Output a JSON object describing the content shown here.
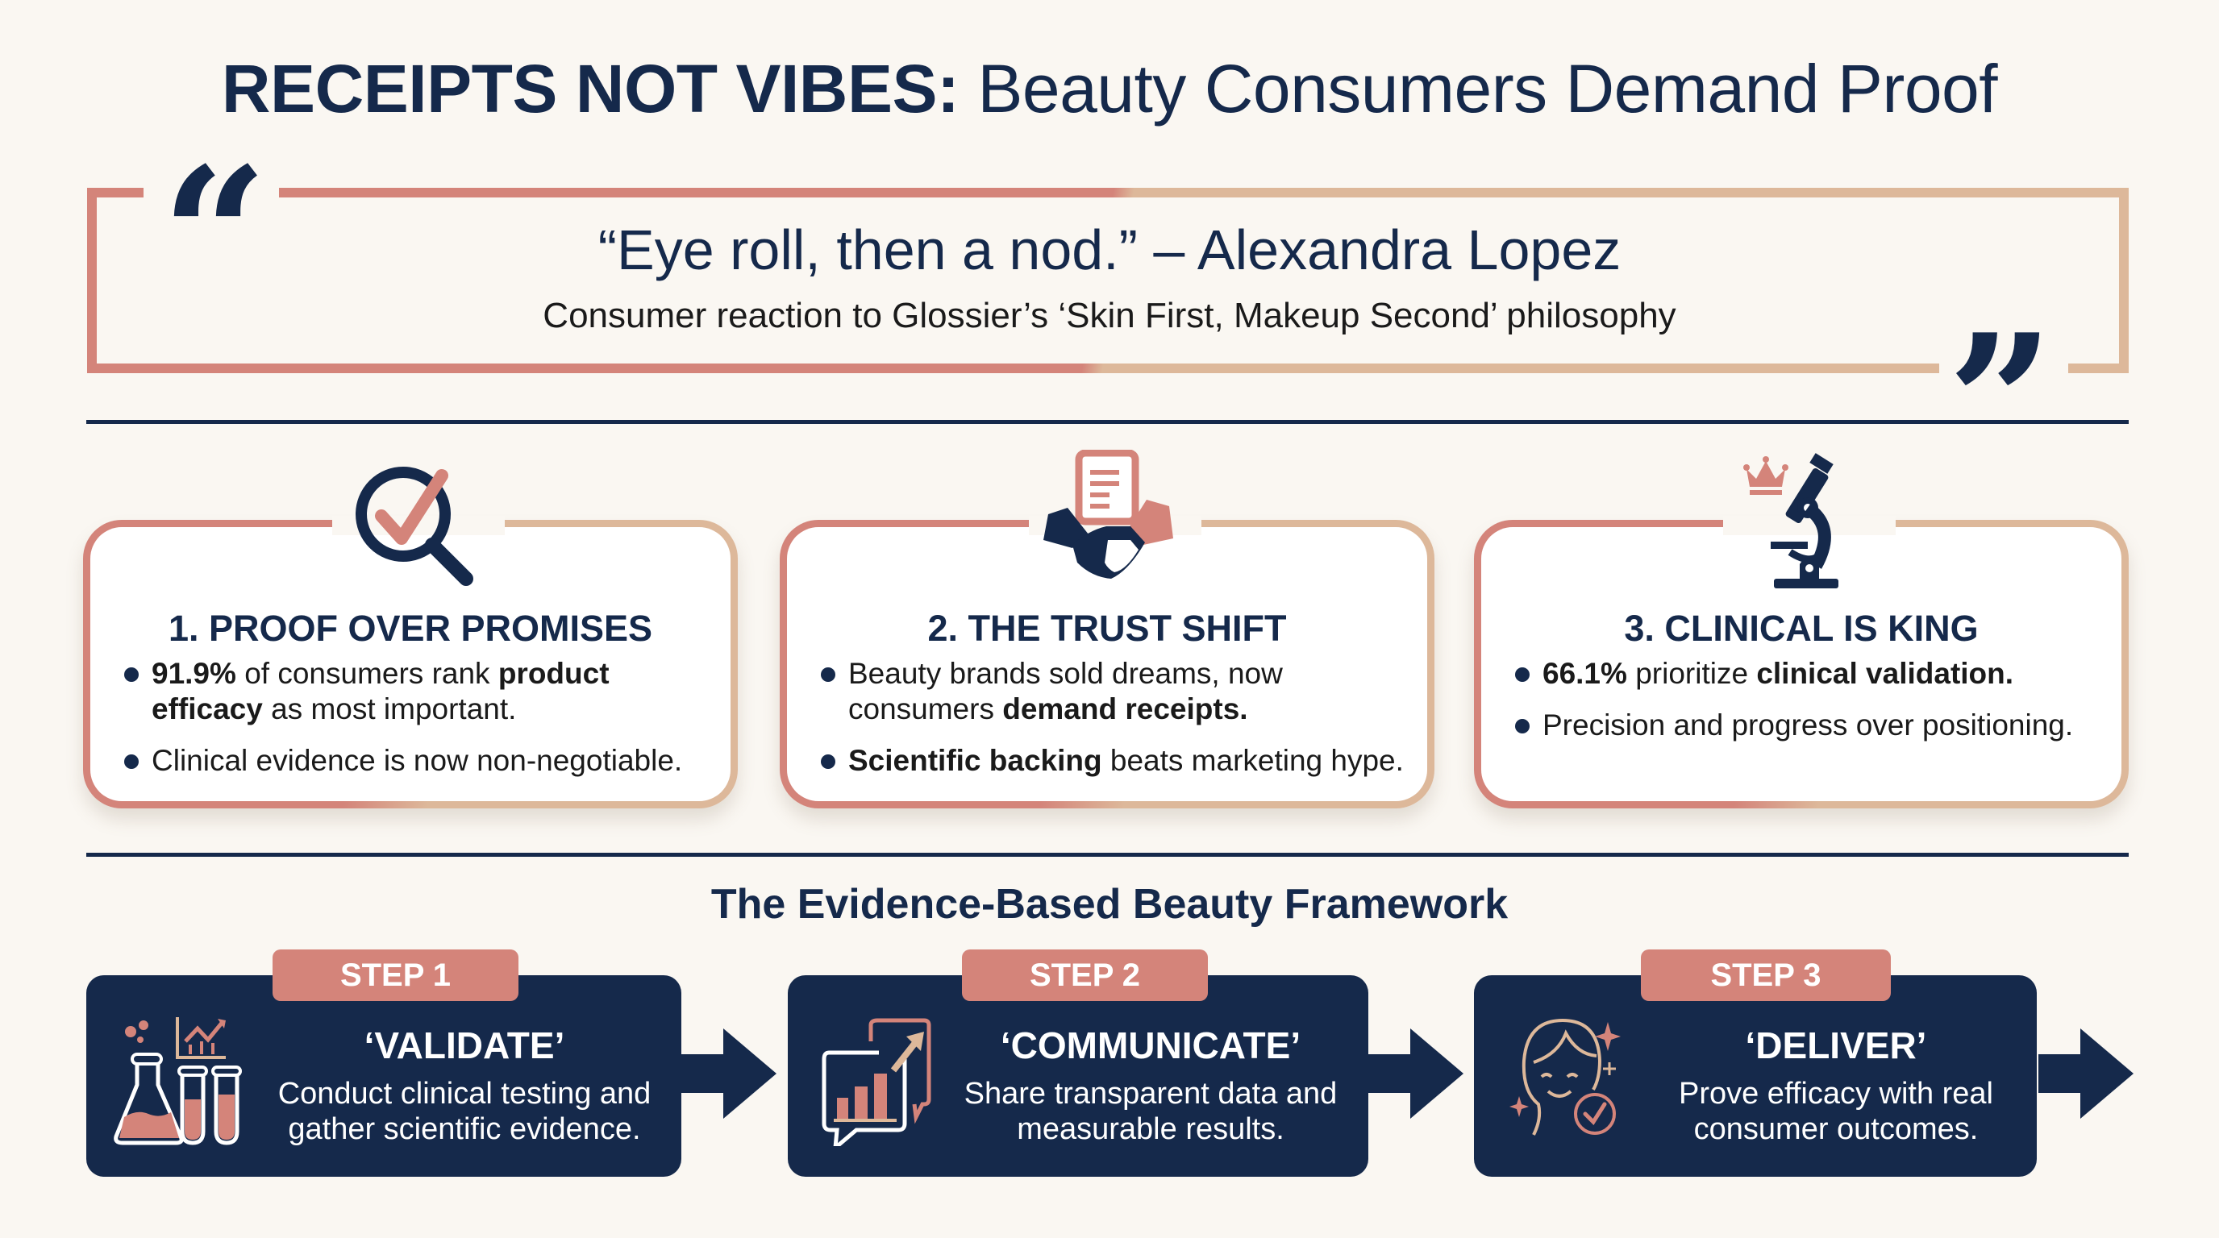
{
  "header": {
    "title_bold": "RECEIPTS NOT VIBES:",
    "title_rest": " Beauty Consumers Demand Proof"
  },
  "quote": {
    "open_mark": "“",
    "close_mark": "”",
    "text": "“Eye roll, then a nod.” – Alexandra Lopez",
    "subtext": "Consumer reaction to Glossier’s ‘Skin First, Makeup Second’ philosophy"
  },
  "cards": [
    {
      "icon": "magnifier-check-icon",
      "title": "1. PROOF OVER PROMISES",
      "bullets": [
        {
          "parts": [
            {
              "b": "91.9%"
            },
            {
              "t": " of consumers rank "
            },
            {
              "b": "product efficacy"
            },
            {
              "t": " as most important."
            }
          ]
        },
        {
          "parts": [
            {
              "t": "Clinical evidence is now non-negotiable."
            }
          ]
        }
      ]
    },
    {
      "icon": "handshake-receipt-icon",
      "title": "2. THE TRUST SHIFT",
      "bullets": [
        {
          "parts": [
            {
              "t": "Beauty brands sold dreams, now consumers "
            },
            {
              "b": "demand receipts."
            }
          ]
        },
        {
          "parts": [
            {
              "b": "Scientific backing"
            },
            {
              "t": " beats marketing hype."
            }
          ]
        }
      ]
    },
    {
      "icon": "microscope-crown-icon",
      "title": "3. CLINICAL IS KING",
      "bullets": [
        {
          "parts": [
            {
              "b": "66.1%"
            },
            {
              "t": " prioritize "
            },
            {
              "b": "clinical validation."
            }
          ]
        },
        {
          "parts": [
            {
              "t": "Precision and progress over positioning."
            }
          ]
        }
      ]
    }
  ],
  "framework": {
    "title": "The Evidence-Based Beauty Framework",
    "steps": [
      {
        "badge": "STEP 1",
        "name": "‘VALIDATE’",
        "desc": "Conduct clinical testing and gather scientific evidence.",
        "icon": "lab-flask-chart-icon"
      },
      {
        "badge": "STEP 2",
        "name": "‘COMMUNICATE’",
        "desc": "Share transparent data and measurable results.",
        "icon": "chat-bar-chart-icon"
      },
      {
        "badge": "STEP 3",
        "name": "‘DELIVER’",
        "desc": "Prove efficacy with real consumer outcomes.",
        "icon": "happy-face-check-icon"
      }
    ]
  },
  "colors": {
    "navy": "#15294B",
    "coral": "#D4847A",
    "tan": "#DDB89A",
    "background": "#FAF7F2"
  }
}
